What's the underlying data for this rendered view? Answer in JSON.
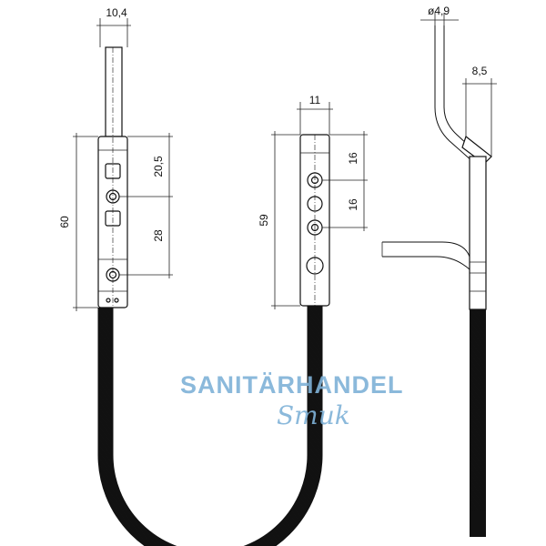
{
  "dimensions": {
    "left_rod_width": "10,4",
    "left_overall_height": "60",
    "left_upper_spacing": "20,5",
    "left_lower_spacing": "28",
    "middle_width": "11",
    "middle_height": "59",
    "middle_spacing_1": "16",
    "middle_spacing_2": "16",
    "side_diameter": "ø4,9",
    "side_offset": "8,5"
  },
  "watermark": {
    "brand_line": "SANITÄRHANDEL",
    "script_line": "Smuk"
  },
  "colors": {
    "line": "#111111",
    "watermark": "#7fb2d8"
  }
}
